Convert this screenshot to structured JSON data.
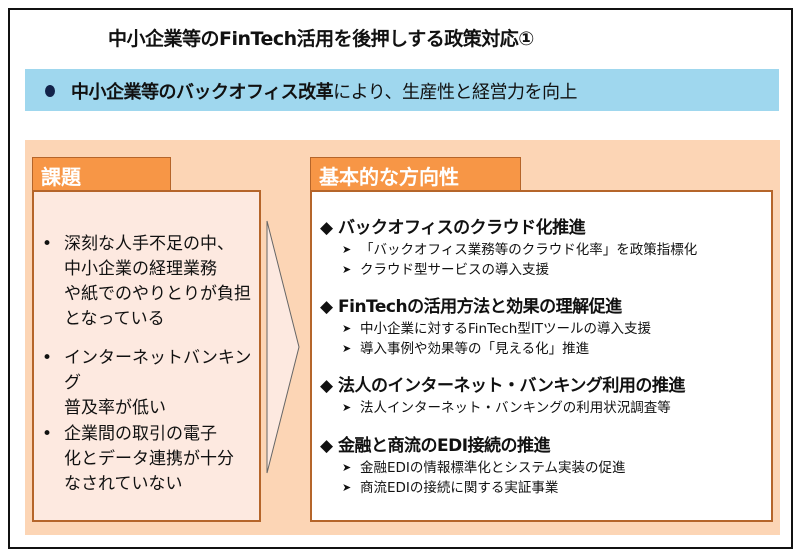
{
  "title": "中小企業等のFinTech活用を後押しする政策対応①",
  "summary": {
    "bold": "中小企業等のバックオフィス改革",
    "rest": "により、生産性と経営力を向上"
  },
  "left": {
    "header": "課題",
    "items": [
      {
        "lines": [
          "深刻な人手不足の中、",
          "中小企業の経理業務",
          "や紙でのやりとりが負担",
          "となっている"
        ]
      },
      {
        "lines": [
          "インターネットバンキング",
          "普及率が低い"
        ]
      },
      {
        "lines": [
          "企業間の取引の電子",
          "化とデータ連携が十分",
          "なされていない"
        ]
      }
    ]
  },
  "right": {
    "header": "基本的な方向性",
    "sections": [
      {
        "heading": "バックオフィスのクラウド化推進",
        "subs": [
          "「バックオフィス業務等のクラウド化率」を政策指標化",
          "クラウド型サービスの導入支援"
        ]
      },
      {
        "heading": "FinTechの活用方法と効果の理解促進",
        "subs": [
          "中小企業に対するFinTech型ITツールの導入支援",
          "導入事例や効果等の「見える化」推進"
        ]
      },
      {
        "heading": "法人のインターネット・バンキング利用の推進",
        "subs": [
          "法人インターネット・バンキングの利用状況調査等"
        ]
      },
      {
        "heading": "金融と商流のEDI接続の推進",
        "subs": [
          "金融EDIの情報標準化とシステム実装の促進",
          "商流EDIの接続に関する実証事業"
        ]
      }
    ]
  },
  "colors": {
    "band": "#9fd7ee",
    "peach": "#fcd5b5",
    "header": "#f79646",
    "left_body": "#fde9e0"
  }
}
